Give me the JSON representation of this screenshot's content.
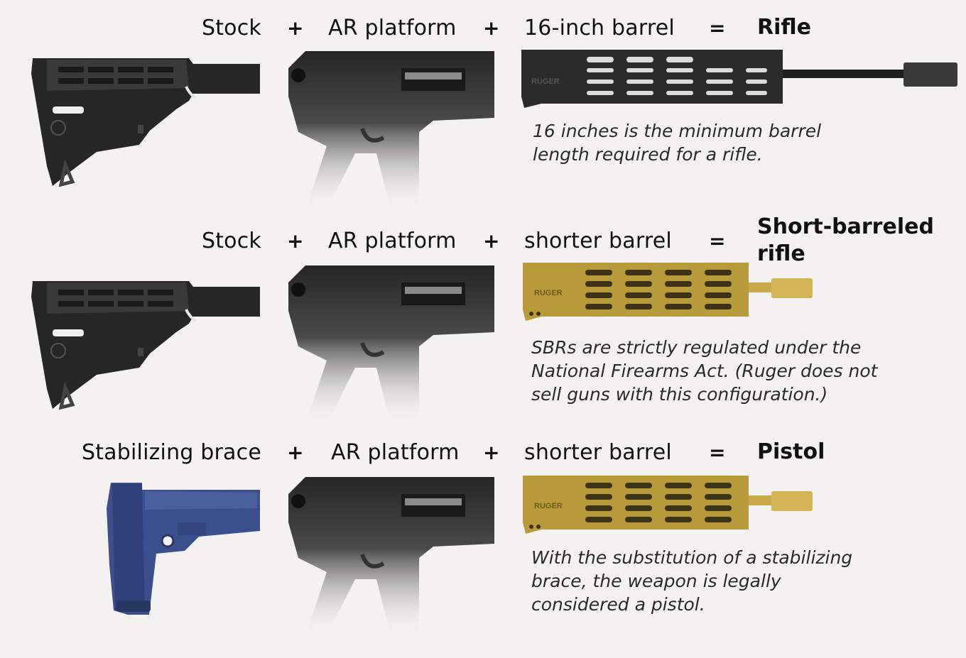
{
  "colors": {
    "background": "#f3f2f0",
    "stock": "#2a2a2a",
    "platform": "#2b2b2b",
    "barrel_black": "#262626",
    "barrel_gold": "#b89a3a",
    "brace_blue": "#3b4f8c"
  },
  "rows": [
    {
      "left_label": "Stock",
      "plus1": "+",
      "middle_label": "AR platform",
      "plus2": "+",
      "barrel_label": "16-inch barrel",
      "equals": "=",
      "result": "Rifle",
      "note": [
        "16 inches is the minimum barrel",
        "length required for a rifle."
      ],
      "barrel_brand": "RUGER",
      "left_part": "stock-image",
      "barrel_part": "long-black-barrel-image"
    },
    {
      "left_label": "Stock",
      "plus1": "+",
      "middle_label": "AR platform",
      "plus2": "+",
      "barrel_label": "shorter barrel",
      "equals": "=",
      "result": "Short-barreled rifle",
      "note": [
        "SBRs are strictly regulated under the",
        "National Firearms Act. (Ruger does not",
        "sell guns with this configuration.)"
      ],
      "barrel_brand": "RUGER",
      "left_part": "stock-image",
      "barrel_part": "short-gold-barrel-image"
    },
    {
      "left_label": "Stabilizing brace",
      "plus1": "+",
      "middle_label": "AR platform",
      "plus2": "+",
      "barrel_label": "shorter barrel",
      "equals": "=",
      "result": "Pistol",
      "note": [
        "With the substitution of a stabilizing",
        "brace, the weapon is legally",
        "considered a pistol."
      ],
      "barrel_brand": "RUGER",
      "left_part": "brace-image",
      "barrel_part": "short-gold-barrel-image"
    }
  ]
}
